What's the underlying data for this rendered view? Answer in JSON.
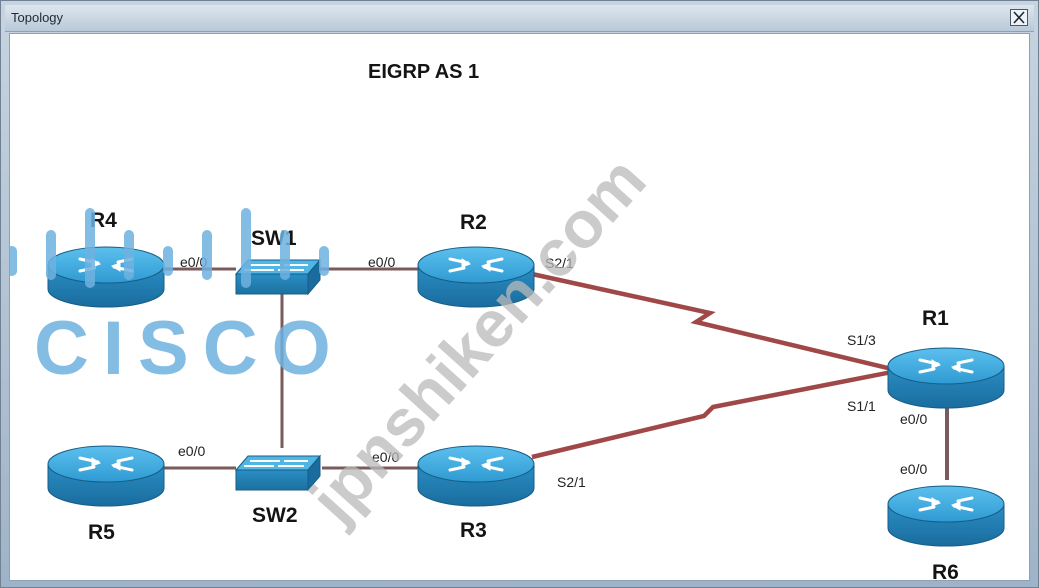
{
  "window": {
    "title": "Topology",
    "close_icon": "close-icon"
  },
  "diagram": {
    "heading": "EIGRP AS 1",
    "devices": {
      "r4": "R4",
      "sw1": "SW1",
      "r2": "R2",
      "r1": "R1",
      "r5": "R5",
      "sw2": "SW2",
      "r3": "R3",
      "r6": "R6"
    },
    "interfaces": {
      "r4_e0": "e0/0",
      "r2_e0": "e0/0",
      "r2_s21": "S2/1",
      "r1_s13": "S1/3",
      "r1_s11": "S1/1",
      "r1_e0": "e0/0",
      "r6_e0": "e0/0",
      "r5_e0": "e0/0",
      "r3_e0": "e0/0",
      "r3_s21": "S2/1"
    },
    "colors": {
      "serial_link": "#a04848",
      "ethernet_link": "#7a5a5a",
      "router_blue": "#2e9ad0",
      "watermark": "#b7b7b7",
      "logo": "#6fb2e0"
    }
  },
  "overlays": {
    "watermark_text": "jpnshiken.com",
    "logo_text": "CISCO"
  }
}
